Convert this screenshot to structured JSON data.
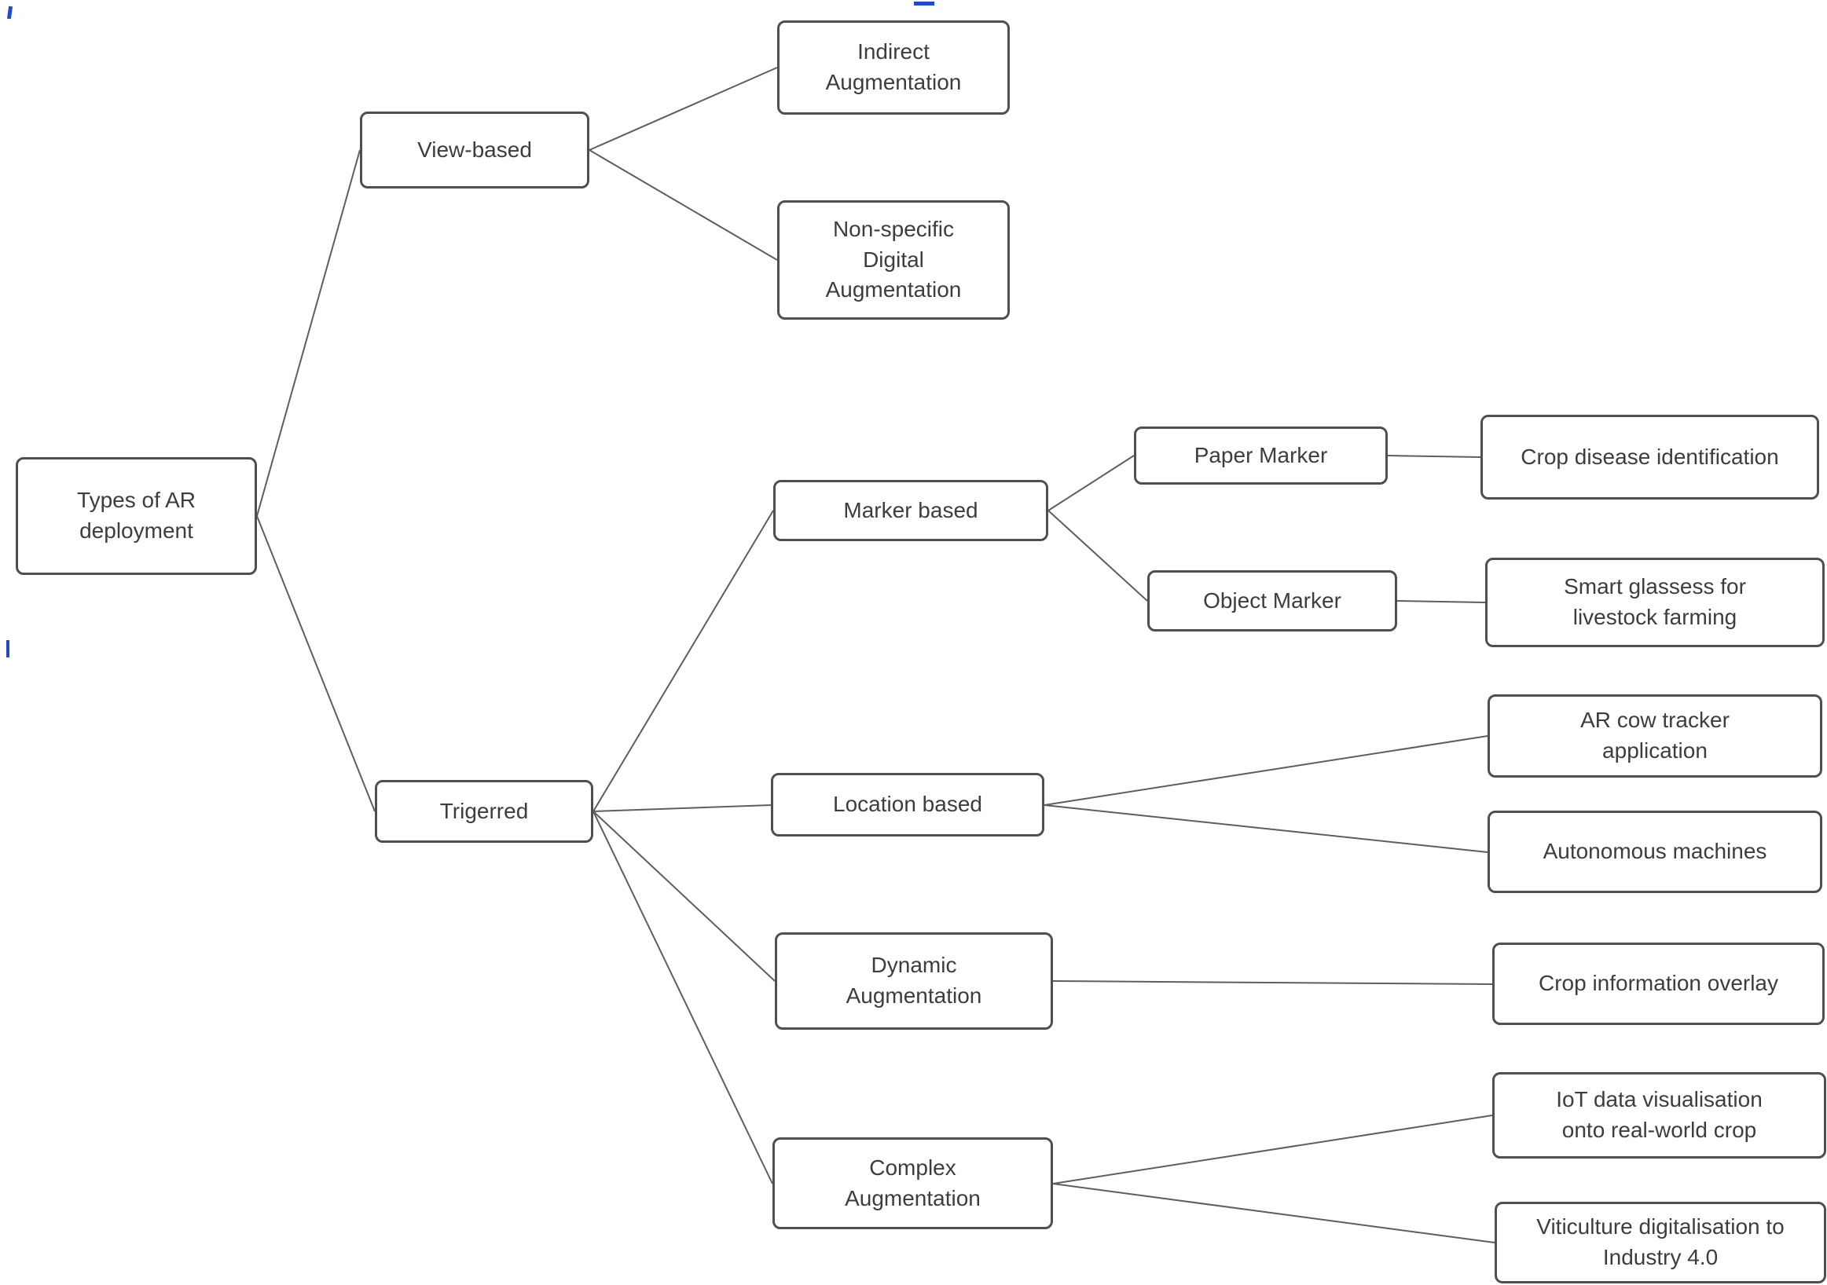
{
  "diagram": {
    "type": "tree",
    "colors": {
      "node_fill": "#ffffff",
      "node_border": "#4f4f4f",
      "node_text": "#3d3d3d",
      "connector": "#5e5e5e",
      "artifact_blue": "#2149cc"
    },
    "nodes": {
      "root": {
        "label": "Types of AR\ndeployment"
      },
      "view_based": {
        "label": "View-based"
      },
      "indirect_aug": {
        "label": "Indirect\nAugmentation"
      },
      "nonspecific_aug": {
        "label": "Non-specific\nDigital\nAugmentation"
      },
      "trigerred": {
        "label": "Trigerred"
      },
      "marker_based": {
        "label": "Marker based"
      },
      "paper_marker": {
        "label": "Paper Marker"
      },
      "crop_disease": {
        "label": "Crop disease identification"
      },
      "object_marker": {
        "label": "Object Marker"
      },
      "smart_glasses": {
        "label": "Smart glassess for\nlivestock farming"
      },
      "location_based": {
        "label": "Location based"
      },
      "ar_cow_tracker": {
        "label": "AR cow tracker\napplication"
      },
      "autonomous_machines": {
        "label": "Autonomous machines"
      },
      "dynamic_aug": {
        "label": "Dynamic\nAugmentation"
      },
      "crop_info_overlay": {
        "label": "Crop information overlay"
      },
      "complex_aug": {
        "label": "Complex\nAugmentation"
      },
      "iot_data_viz": {
        "label": "IoT data visualisation\nonto real-world crop"
      },
      "viticulture": {
        "label": "Viticulture digitalisation to\nIndustry 4.0"
      }
    },
    "edges": [
      {
        "from": "root",
        "to": "view_based"
      },
      {
        "from": "root",
        "to": "trigerred"
      },
      {
        "from": "view_based",
        "to": "indirect_aug"
      },
      {
        "from": "view_based",
        "to": "nonspecific_aug"
      },
      {
        "from": "trigerred",
        "to": "marker_based"
      },
      {
        "from": "trigerred",
        "to": "location_based"
      },
      {
        "from": "trigerred",
        "to": "dynamic_aug"
      },
      {
        "from": "trigerred",
        "to": "complex_aug"
      },
      {
        "from": "marker_based",
        "to": "paper_marker"
      },
      {
        "from": "marker_based",
        "to": "object_marker"
      },
      {
        "from": "paper_marker",
        "to": "crop_disease"
      },
      {
        "from": "object_marker",
        "to": "smart_glasses"
      },
      {
        "from": "location_based",
        "to": "ar_cow_tracker"
      },
      {
        "from": "location_based",
        "to": "autonomous_machines"
      },
      {
        "from": "dynamic_aug",
        "to": "crop_info_overlay"
      },
      {
        "from": "complex_aug",
        "to": "iot_data_viz"
      },
      {
        "from": "complex_aug",
        "to": "viticulture"
      }
    ]
  }
}
